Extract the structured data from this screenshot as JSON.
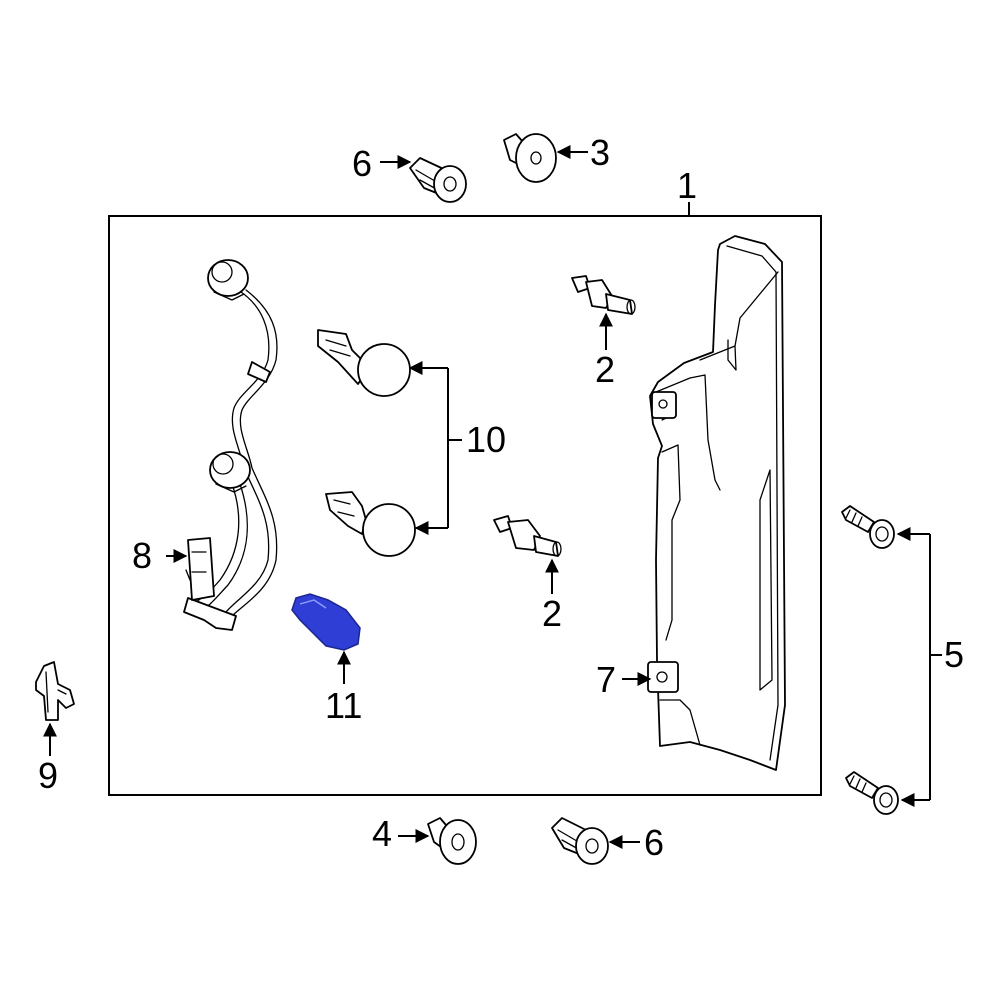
{
  "callouts": {
    "c1": "1",
    "c2a": "2",
    "c2b": "2",
    "c3": "3",
    "c4": "4",
    "c5": "5",
    "c6a": "6",
    "c6b": "6",
    "c7": "7",
    "c8": "8",
    "c9": "9",
    "c10": "10",
    "c11": "11"
  },
  "colors": {
    "highlight_part": "#2f3fd6",
    "line": "#000000",
    "background": "#ffffff"
  }
}
